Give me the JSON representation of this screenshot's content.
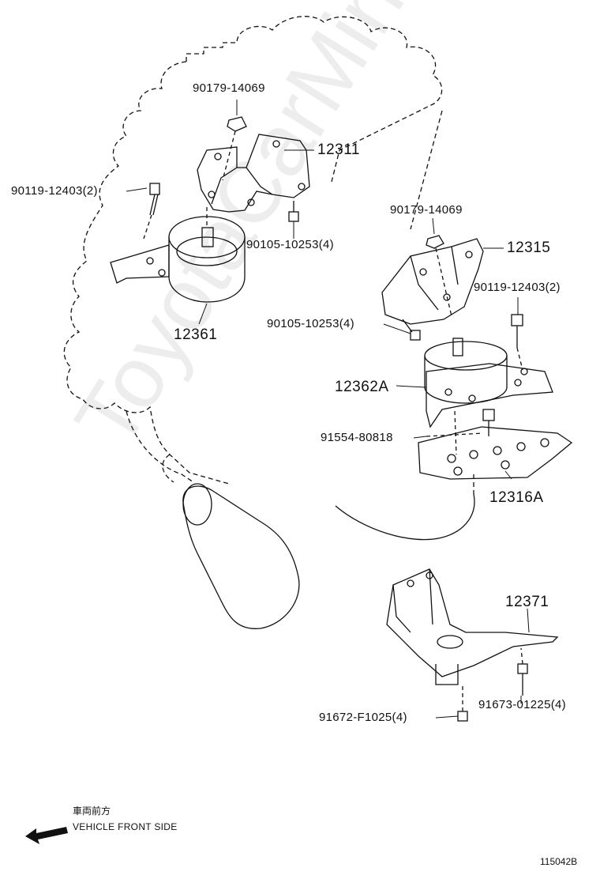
{
  "watermark": "ToyotaCarMine.ru",
  "parts": {
    "p90179_top": "90179-14069",
    "p12311": "12311",
    "p90119_left": "90119-12403(2)",
    "p90105_top": "90105-10253(4)",
    "p12361": "12361",
    "p90179_right": "90179-14069",
    "p12315": "12315",
    "p90119_right": "90119-12403(2)",
    "p90105_right": "90105-10253(4)",
    "p12362A": "12362A",
    "p91554": "91554-80818",
    "p12316A": "12316A",
    "p12371": "12371",
    "p91672": "91672-F1025(4)",
    "p91673": "91673-01225(4)"
  },
  "front": {
    "japanese": "車両前方",
    "english": "VEHICLE FRONT SIDE"
  },
  "diagram_code": "115042B"
}
